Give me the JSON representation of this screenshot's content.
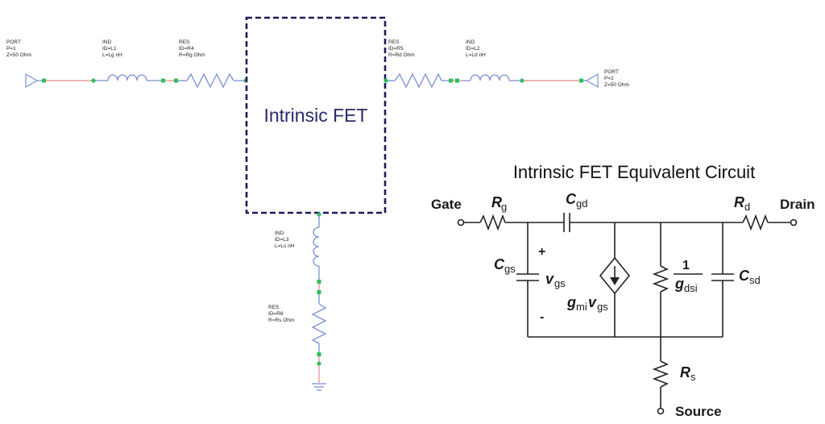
{
  "schematic": {
    "port1": {
      "line1": "PORT",
      "line2": "P=1",
      "line3": "Z=50 Ohm"
    },
    "ind1": {
      "line1": "IND",
      "line2": "ID=L1",
      "line3": "L=Lg nH"
    },
    "res4": {
      "line1": "RES",
      "line2": "ID=R4",
      "line3": "R=Rg Ohm"
    },
    "fet_box_label": "Intrinsic FET",
    "res5": {
      "line1": "RES",
      "line2": "ID=R5",
      "line3": "R=Rd Ohm"
    },
    "ind2": {
      "line1": "IND",
      "line2": "ID=L2",
      "line3": "L=Ld nH"
    },
    "port2": {
      "line1": "PORT",
      "line2": "P=2",
      "line3": "Z=50 Ohm"
    },
    "ind3": {
      "line1": "IND",
      "line2": "ID=L3",
      "line3": "L=Ls nH"
    },
    "res6": {
      "line1": "RES",
      "line2": "ID=R6",
      "line3": "R=Rs Ohm"
    },
    "colors": {
      "wire": "#e8878c",
      "component": "#7a8fd6",
      "node": "#2fbf5a",
      "box": "#1f1a5c"
    }
  },
  "equivalent": {
    "title": "Intrinsic FET Equivalent Circuit",
    "gate": "Gate",
    "drain": "Drain",
    "source": "Source",
    "rg_main": "R",
    "rg_sub": "g",
    "cgd_main": "C",
    "cgd_sub": "gd",
    "rd_main": "R",
    "rd_sub": "d",
    "cgs_main": "C",
    "cgs_sub": "gs",
    "plus": "+",
    "minus": "-",
    "vgs_main": "v",
    "vgs_sub": "gs",
    "gm_g": "g",
    "gm_mi": "mi",
    "gm_v": "v",
    "gm_gs": "gs",
    "gdsi_num": "1",
    "gdsi_main": "g",
    "gdsi_sub": "dsi",
    "csd_main": "C",
    "csd_sub": "sd",
    "rs_main": "R",
    "rs_sub": "s"
  }
}
